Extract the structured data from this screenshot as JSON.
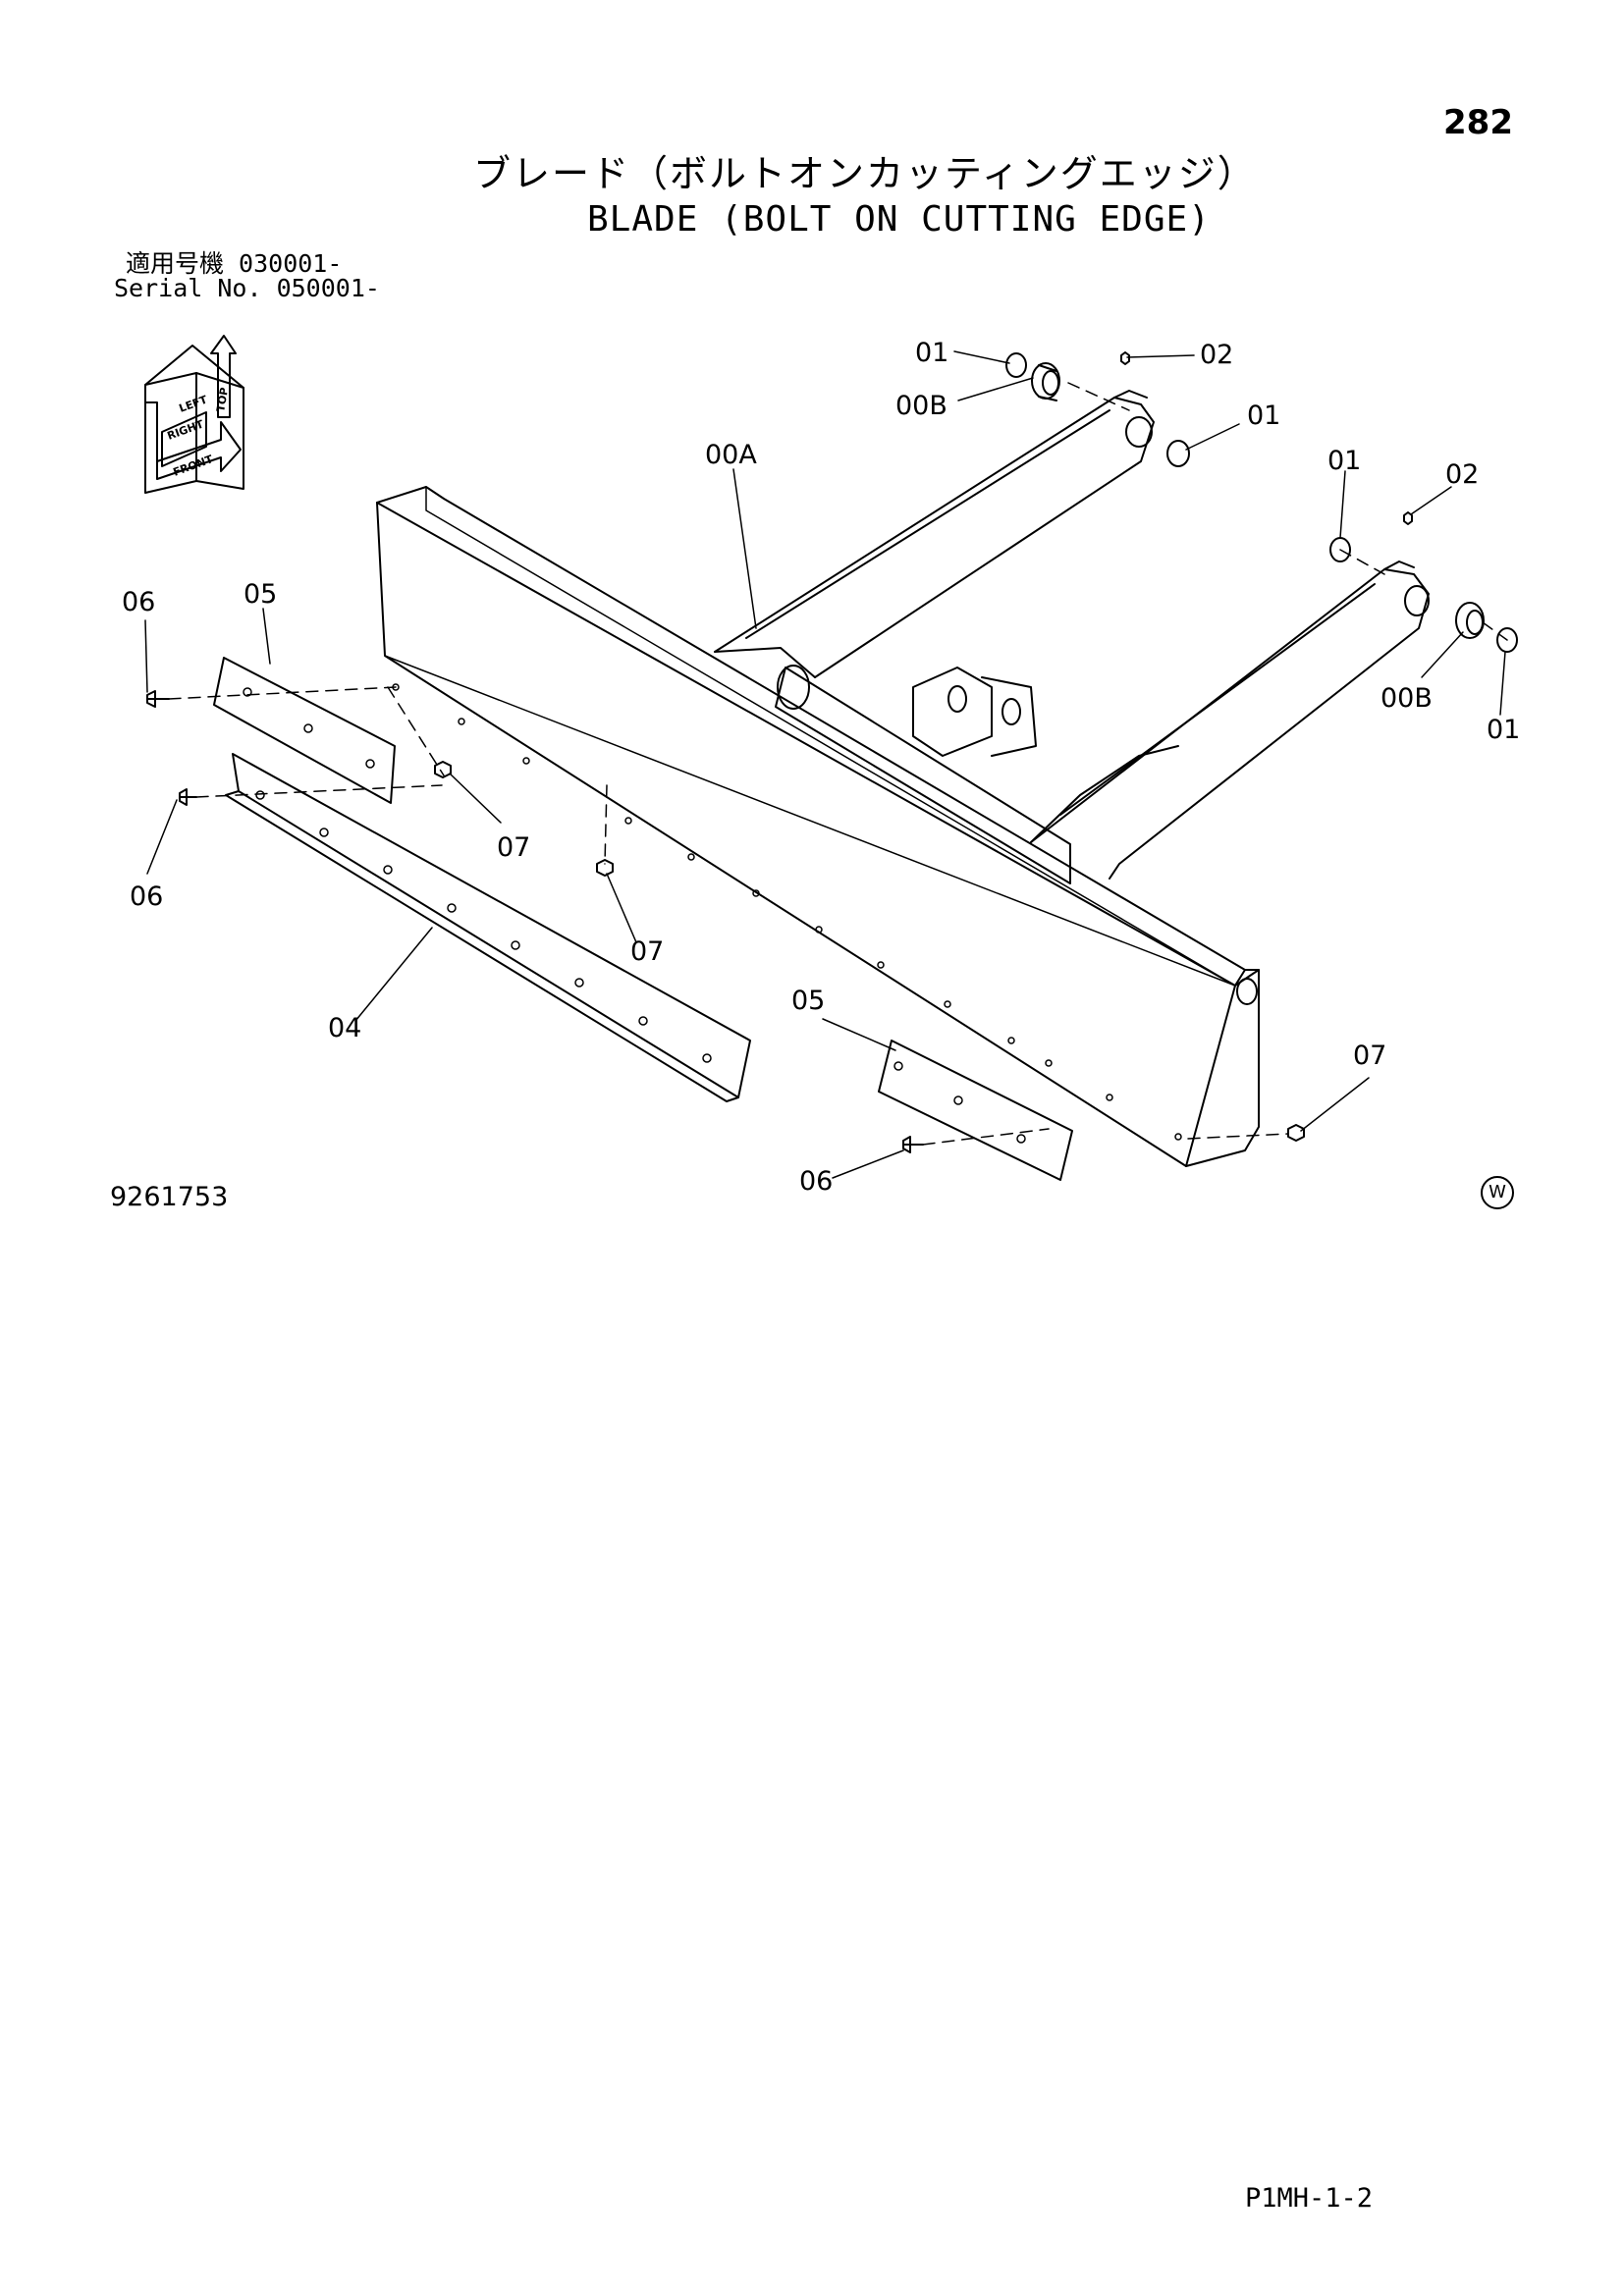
{
  "page": {
    "number": "282",
    "title_jp": "ブレード（ボルトオンカッティングエッジ）",
    "title_en": "BLADE (BOLT ON CUTTING EDGE)",
    "serial_jp": "適用号機 030001-",
    "serial_en": "Serial No. 050001-",
    "drawing_number": "9261753",
    "w_mark": "W",
    "page_code": "P1MH-1-2"
  },
  "orientation_cube": {
    "labels": [
      "TOP",
      "FRONT",
      "RIGHT",
      "LEFT"
    ]
  },
  "callouts": [
    {
      "id": "c01a",
      "text": "01"
    },
    {
      "id": "c02a",
      "text": "02"
    },
    {
      "id": "c00Ba",
      "text": "00B"
    },
    {
      "id": "c01b",
      "text": "01"
    },
    {
      "id": "c00A",
      "text": "00A"
    },
    {
      "id": "c01c",
      "text": "01"
    },
    {
      "id": "c02b",
      "text": "02"
    },
    {
      "id": "c00Bb",
      "text": "00B"
    },
    {
      "id": "c01d",
      "text": "01"
    },
    {
      "id": "c06a",
      "text": "06"
    },
    {
      "id": "c05a",
      "text": "05"
    },
    {
      "id": "c07a",
      "text": "07"
    },
    {
      "id": "c06b",
      "text": "06"
    },
    {
      "id": "c07b",
      "text": "07"
    },
    {
      "id": "c04",
      "text": "04"
    },
    {
      "id": "c05b",
      "text": "05"
    },
    {
      "id": "c07c",
      "text": "07"
    },
    {
      "id": "c06c",
      "text": "06"
    }
  ]
}
